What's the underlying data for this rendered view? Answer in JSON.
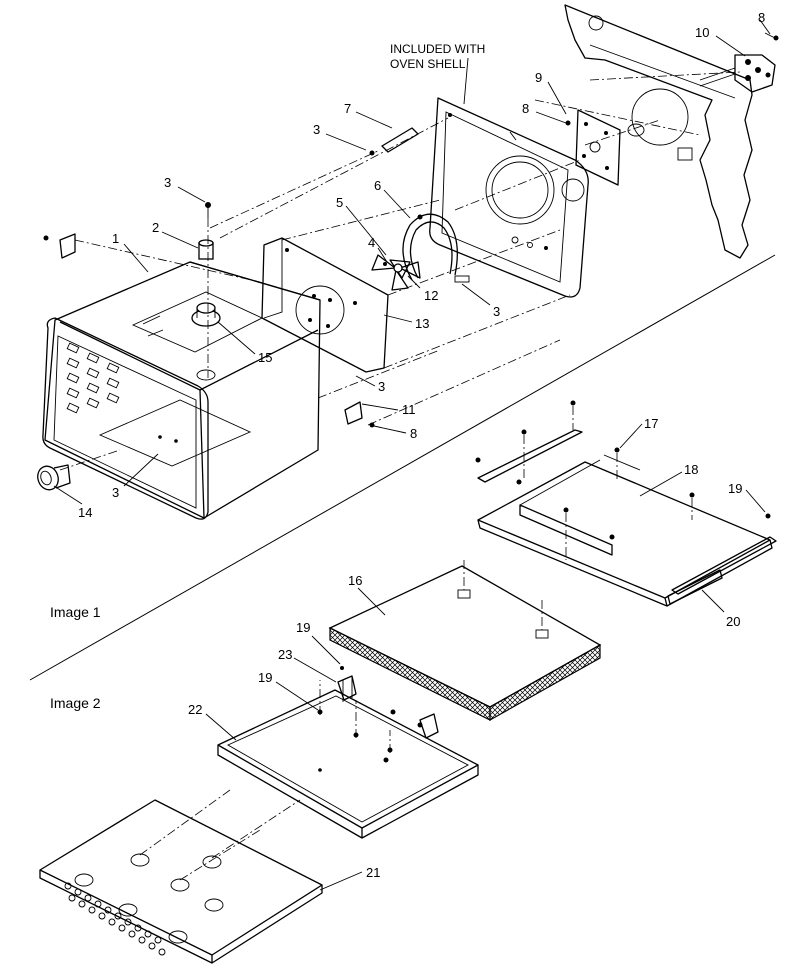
{
  "callouts": {
    "c1": "1",
    "c2": "2",
    "c3a": "3",
    "c3b": "3",
    "c3c": "3",
    "c3d": "3",
    "c3e": "3",
    "c4": "4",
    "c5": "5",
    "c6": "6",
    "c7": "7",
    "c8a": "8",
    "c8b": "8",
    "c8c": "8",
    "c9": "9",
    "c10": "10",
    "c11": "11",
    "c12": "12",
    "c13": "13",
    "c14": "14",
    "c15": "15",
    "c16": "16",
    "c17": "17",
    "c18": "18",
    "c19a": "19",
    "c19b": "19",
    "c19c": "19",
    "c20": "20",
    "c21": "21",
    "c22": "22",
    "c23": "23"
  },
  "note": {
    "line1": "INCLUDED WITH",
    "line2": "OVEN SHELL"
  },
  "sections": {
    "image1": "Image 1",
    "image2": "Image 2"
  }
}
